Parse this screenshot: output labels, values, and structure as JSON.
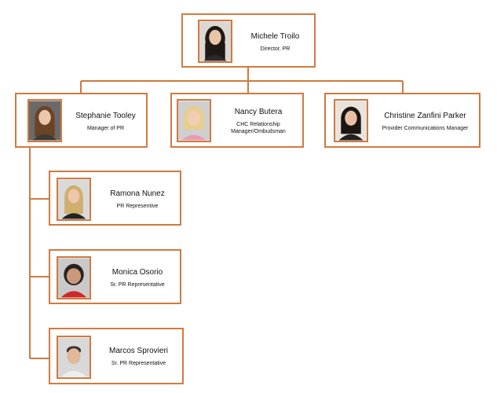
{
  "accent_color": "#d07a3f",
  "director": {
    "name": "Michele Troilo",
    "title": "Director, PR",
    "photo": "portrait-photo-dark-hair"
  },
  "managers": [
    {
      "name": "Stephanie Tooley",
      "title": "Manager of PR",
      "photo": "portrait-photo-brown-hair"
    },
    {
      "name": "Nancy Butera",
      "title": "CHC Relationship Manager/Ombudsman",
      "photo": "portrait-photo-blonde-hair"
    },
    {
      "name": "Christine Zanfini Parker",
      "title": "Provider Communications Manager",
      "photo": "portrait-photo-dark-hair"
    }
  ],
  "reports": [
    {
      "name": "Ramona Nunez",
      "title": "PR Representive",
      "photo": "portrait-photo-blonde-hair"
    },
    {
      "name": "Monica Osorio",
      "title": "Sr. PR Representative",
      "photo": "portrait-photo-dark-hair"
    },
    {
      "name": "Marcos Sprovieri",
      "title": "Sr. PR Representative",
      "photo": "portrait-photo-short-hair"
    }
  ]
}
